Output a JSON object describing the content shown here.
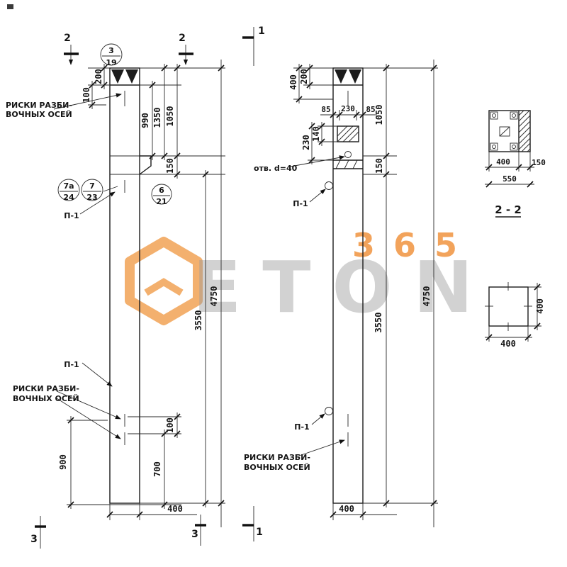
{
  "watermark": {
    "brand": "ETON",
    "number": "365"
  },
  "markers": {
    "one": "1",
    "two": "2",
    "three": "3"
  },
  "section_title": {
    "s22": "2 - 2"
  },
  "callouts": {
    "c3_num": "3",
    "c3_den": "19",
    "c7a_num": "7а",
    "c7a_den": "24",
    "c7_num": "7",
    "c7_den": "23",
    "c6_num": "6",
    "c6_den": "21",
    "p1": "П-1",
    "axis_line1": "РИСКИ РАЗБИ-",
    "axis_line2": "ВОЧНЫХ ОСЕЙ",
    "hole": "отв. d=40"
  },
  "dims": {
    "d85": "85",
    "d100": "100",
    "d140": "140",
    "d150": "150",
    "d200": "200",
    "d230": "230",
    "d400": "400",
    "d550": "550",
    "d700": "700",
    "d900": "900",
    "d990": "990",
    "d1050": "1050",
    "d1350": "1350",
    "d3550": "3550",
    "d4750": "4750"
  }
}
